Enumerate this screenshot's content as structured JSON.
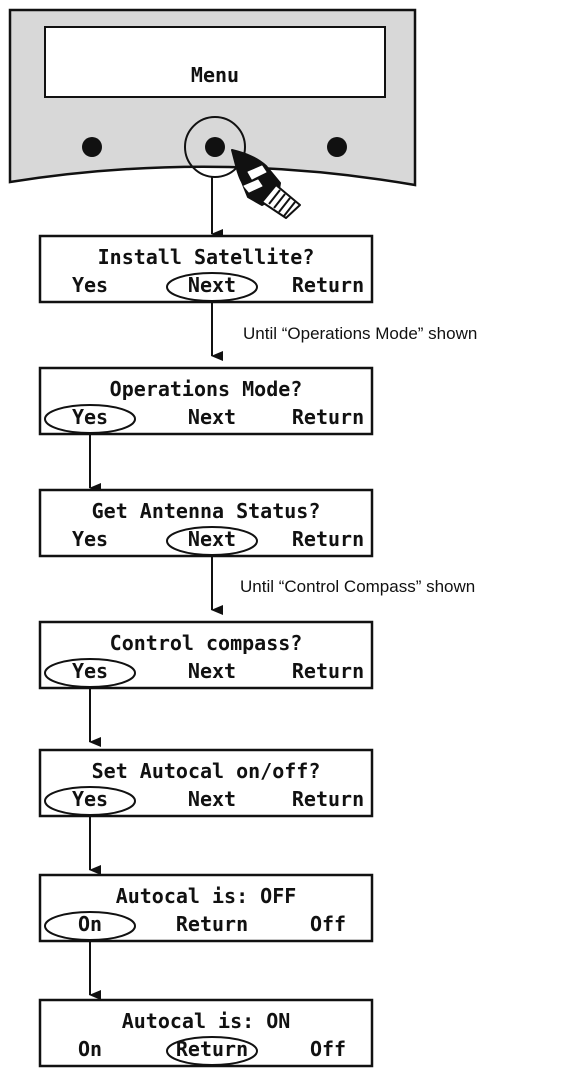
{
  "device": {
    "display_text": "Menu"
  },
  "screens": [
    {
      "title": "Install Satellite?",
      "options": [
        "Yes",
        "Next",
        "Return"
      ]
    },
    {
      "title": "Operations Mode?",
      "options": [
        "Yes",
        "Next",
        "Return"
      ]
    },
    {
      "title": "Get Antenna Status?",
      "options": [
        "Yes",
        "Next",
        "Return"
      ]
    },
    {
      "title": "Control compass?",
      "options": [
        "Yes",
        "Next",
        "Return"
      ]
    },
    {
      "title": "Set Autocal on/off?",
      "options": [
        "Yes",
        "Next",
        "Return"
      ]
    },
    {
      "title": "Autocal is: OFF",
      "options": [
        "On",
        "Return",
        "Off"
      ]
    },
    {
      "title": "Autocal is: ON",
      "options": [
        "On",
        "Return",
        "Off"
      ]
    }
  ],
  "notes": {
    "until_operations": "Until “Operations Mode” shown",
    "until_compass": "Until “Control Compass” shown"
  }
}
